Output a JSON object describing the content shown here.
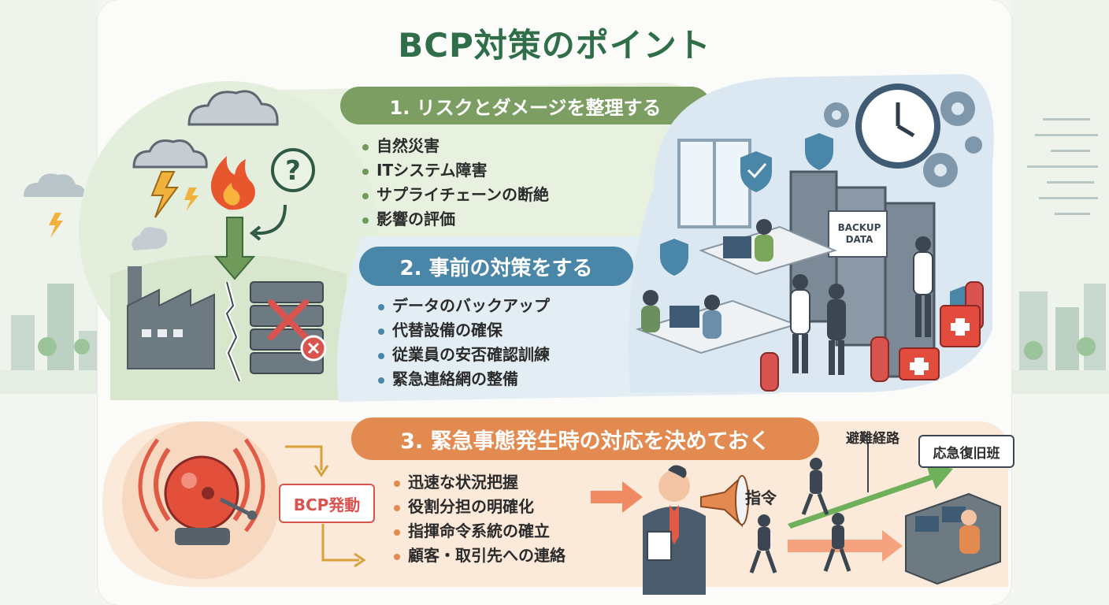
{
  "title": "BCP対策のポイント",
  "colors": {
    "green": "#6f9a5a",
    "blue": "#4a86a8",
    "orange": "#e28a4f",
    "title_green": "#2f6e48",
    "red_alert": "#d9534f"
  },
  "sections": [
    {
      "heading": "1. リスクとダメージを整理する",
      "items": [
        "自然災害",
        "ITシステム障害",
        "サプライチェーンの断絶",
        "影響の評価"
      ],
      "icons": [
        "cloud-icon",
        "lightning-icon",
        "fire-icon",
        "question-icon",
        "factory-icon",
        "server-icon",
        "error-icon"
      ]
    },
    {
      "heading": "2. 事前の対策をする",
      "items": [
        "データのバックアップ",
        "代替設備の確保",
        "従業員の安否確認訓練",
        "緊急連絡網の整備"
      ],
      "backup_label": "BACKUP DATA",
      "icons": [
        "shield-icon",
        "clock-icon",
        "gear-icon",
        "fire-extinguisher-icon",
        "first-aid-icon"
      ]
    },
    {
      "heading": "3. 緊急事態発生時の対応を決めておく",
      "items": [
        "迅速な状況把握",
        "役割分担の明確化",
        "指揮命令系統の確立",
        "顧客・取引先への連絡"
      ],
      "bcp_label": "BCP発動",
      "command_label": "指令",
      "evacuation_label": "避難経路",
      "recovery_team_label": "応急復旧班",
      "icons": [
        "alarm-bell-icon",
        "megaphone-icon",
        "arrow-icon"
      ]
    }
  ]
}
